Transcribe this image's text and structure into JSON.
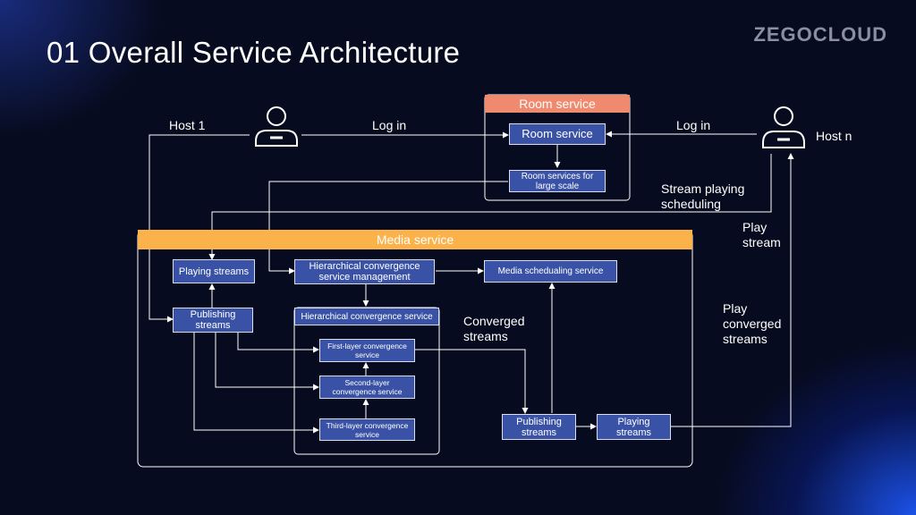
{
  "slide": {
    "title": "01 Overall Service Architecture",
    "logo": "ZEGOCLOUD"
  },
  "colors": {
    "background": "#070b1f",
    "box_fill": "#3a52a6",
    "room_header": "#f08a6e",
    "media_header": "#fbb24b",
    "line": "#ffffff"
  },
  "icons": [
    "user-icon",
    "user-icon"
  ],
  "labels": {
    "host1": "Host 1",
    "hostn": "Host n",
    "login_left": "Log in",
    "login_right": "Log in",
    "stream_playing_scheduling": "Stream playing scheduling",
    "play_stream": "Play stream",
    "play_converged_streams": "Play converged streams",
    "converged_streams": "Converged streams"
  },
  "room": {
    "header": "Room service",
    "room_service": "Room service",
    "large_scale": "Room services for large scale"
  },
  "media": {
    "header": "Media service",
    "playing_streams_top": "Playing streams",
    "hier_mgmt": "Hierarchical convergence service management",
    "media_sched": "Media schedualing service",
    "publishing_left": "Publishing streams",
    "hier_service": "Hierarchical convergence service",
    "first_layer": "First-layer convergence service",
    "second_layer": "Second-layer convergence service",
    "third_layer": "Third-layer convergence service",
    "publishing_bottom": "Publishing streams",
    "playing_bottom": "Playing streams"
  }
}
